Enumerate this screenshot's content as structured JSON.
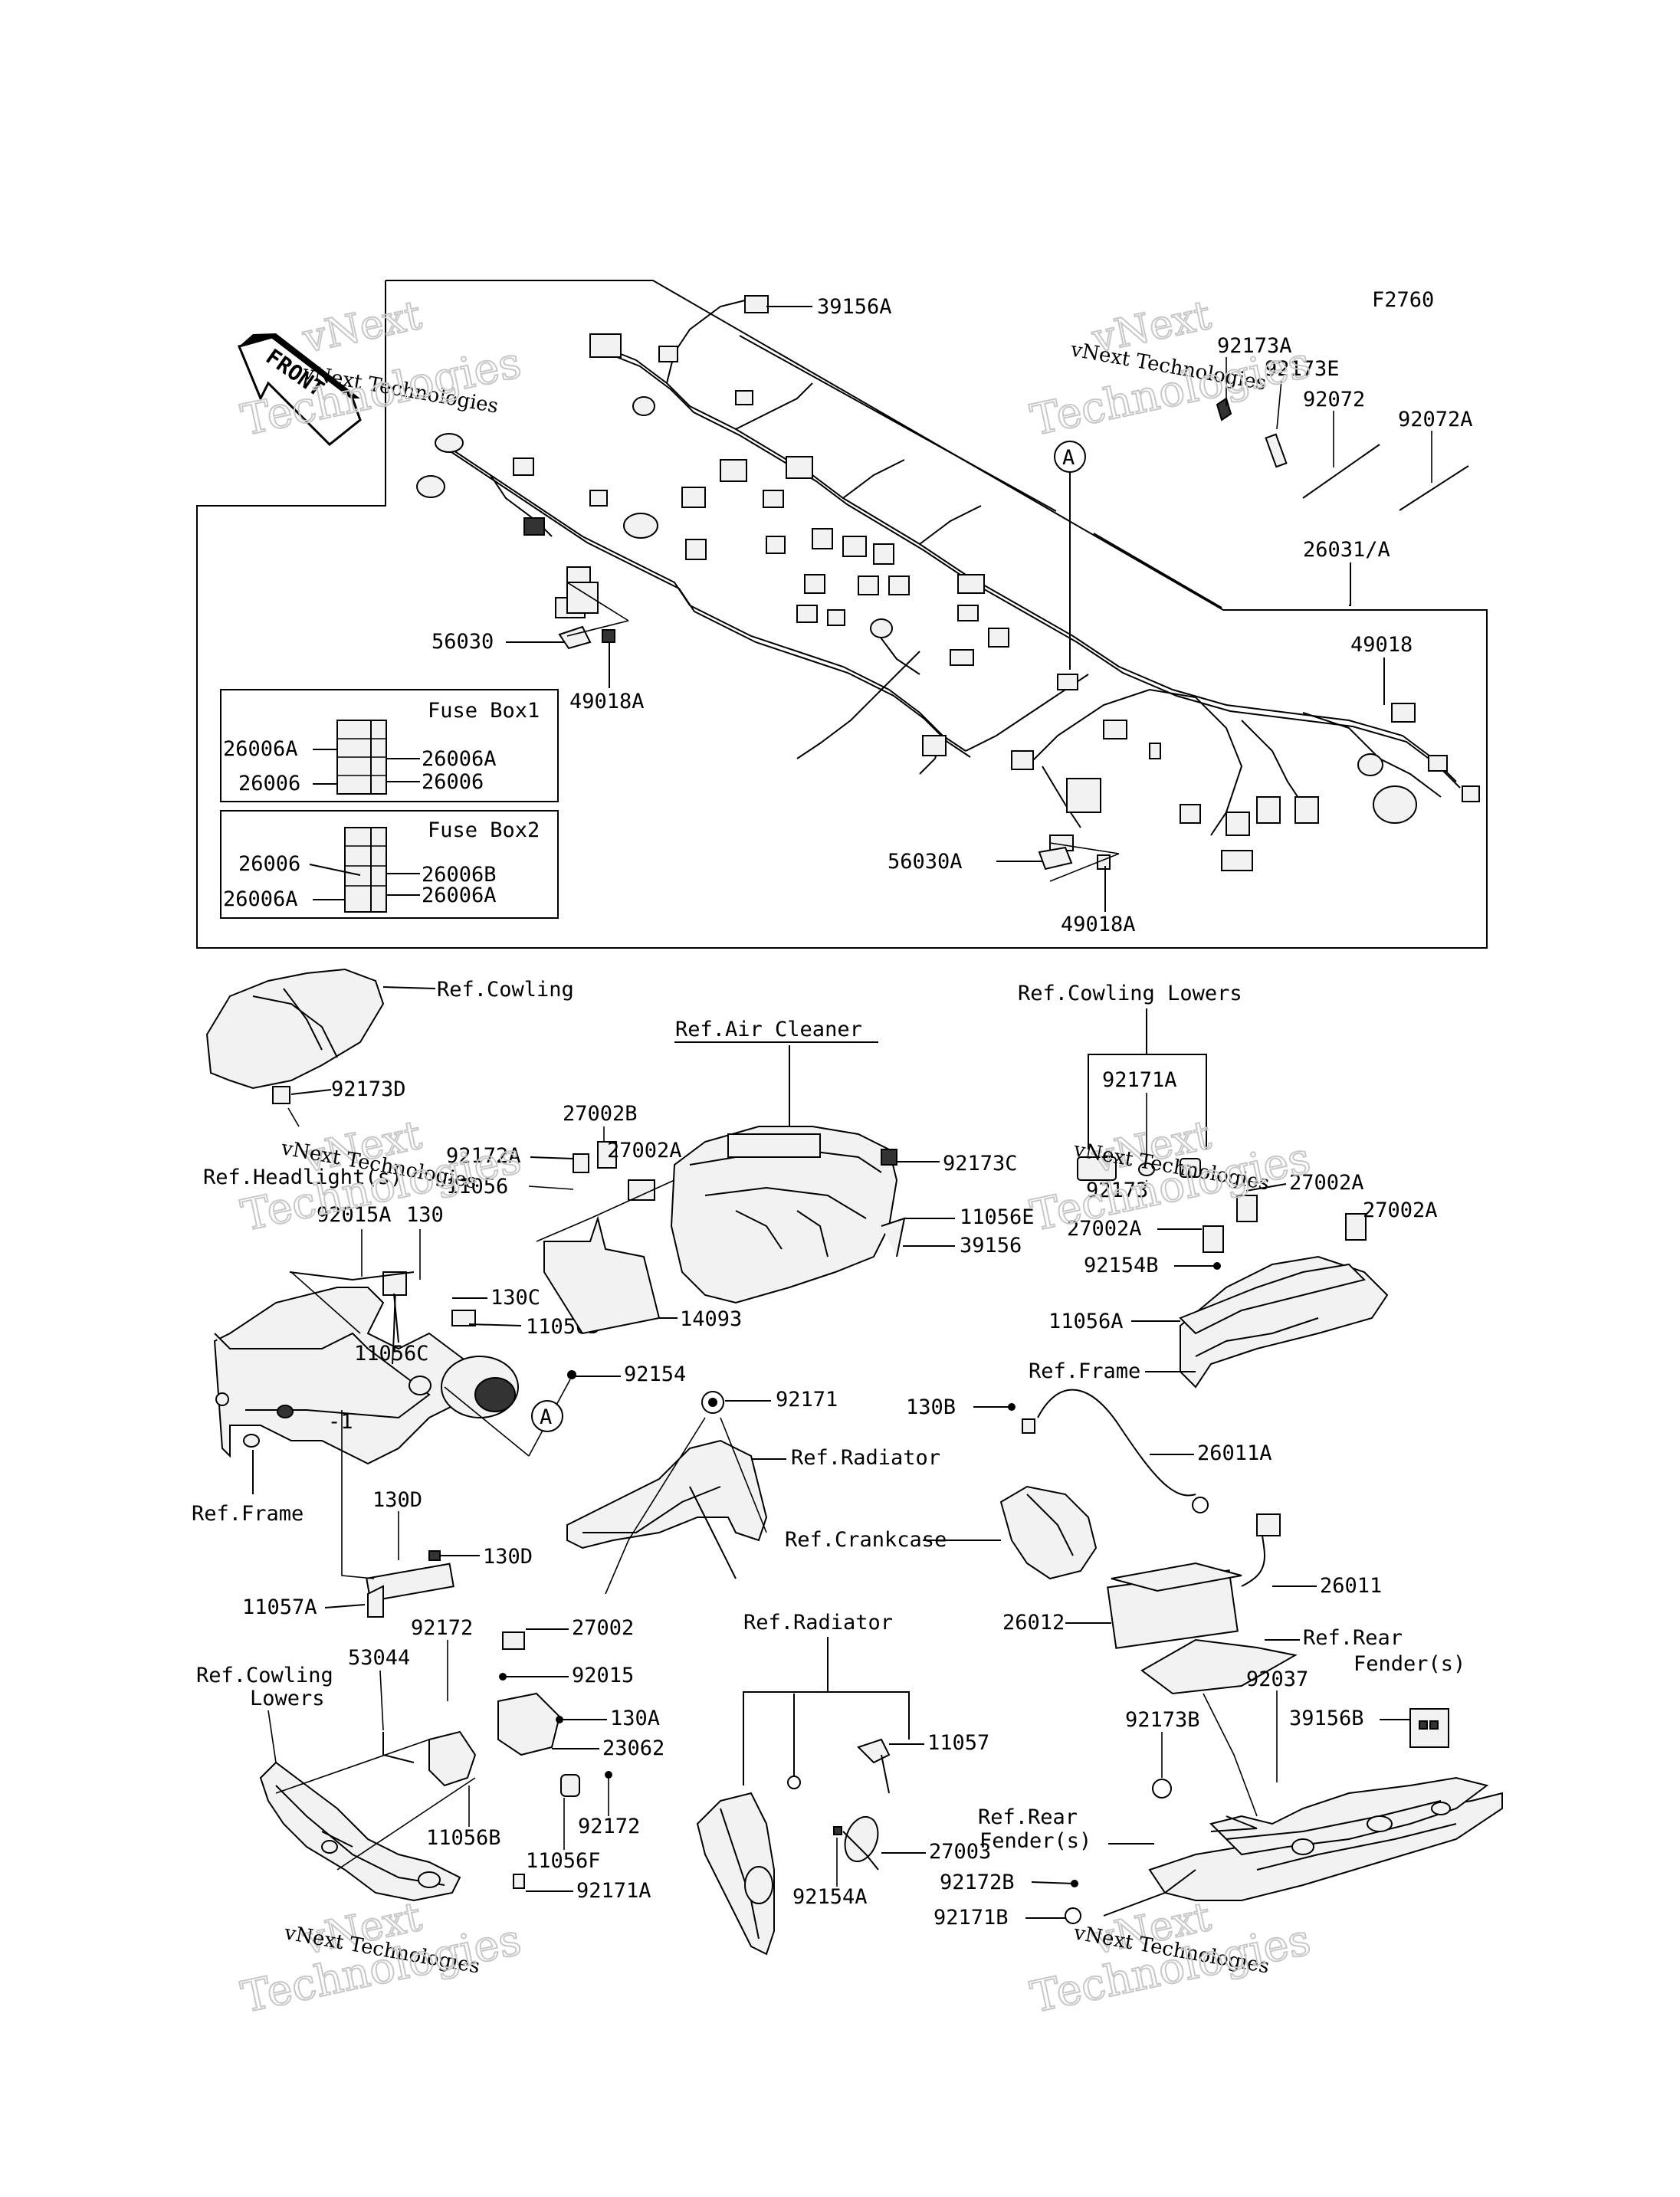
{
  "figure_code": "F2760",
  "front_label": "FRONT",
  "watermark": {
    "brand": "vNext",
    "line1": "vNext Technologies",
    "line2": "Technologies"
  },
  "callout_marker": "A",
  "fuse_box_1": {
    "title": "Fuse Box1",
    "left_labels": [
      "26006A",
      "26006"
    ],
    "right_labels": [
      "26006A",
      "26006"
    ]
  },
  "fuse_box_2": {
    "title": "Fuse Box2",
    "left_labels": [
      "26006",
      "26006A"
    ],
    "right_labels": [
      "26006B",
      "26006A"
    ]
  },
  "harness_labels": [
    "39156A",
    "92173A",
    "92173E",
    "92072",
    "92072A",
    "26031/A",
    "49018",
    "56030",
    "49018A",
    "56030A",
    "49018A"
  ],
  "headlight_labels": [
    "Ref.Cowling",
    "92173D",
    "Ref.Headlight(s)",
    "92015A",
    "130",
    "130C",
    "11056D",
    "11056C",
    "92154",
    "Ref.Frame",
    "130D",
    "130D",
    "11057A",
    "-1"
  ],
  "air_cleaner_labels": [
    "27002B",
    "27002A",
    "92172A",
    "11056",
    "Ref.Air Cleaner",
    "92173C",
    "11056E",
    "39156",
    "14093"
  ],
  "right_upper_labels": [
    "Ref.Cowling Lowers",
    "92171A",
    "92173",
    "27002A",
    "27002A",
    "27002A",
    "92154B",
    "11056A",
    "Ref.Frame"
  ],
  "radiator_labels": [
    "92171",
    "Ref.Radiator"
  ],
  "battery_labels": [
    "130B",
    "26011A",
    "Ref.Crankcase",
    "26011",
    "26012",
    "Ref.Rear",
    "Fender(s)",
    "92037",
    "39156B",
    "92173B",
    "Ref.Rear",
    "Fender(s)",
    "92172B",
    "92171B"
  ],
  "lower_left_labels": [
    "92172",
    "27002",
    "53044",
    "92015",
    "Ref.Cowling",
    "Lowers",
    "130A",
    "23062",
    "92172",
    "11056B",
    "11056F",
    "92171A"
  ],
  "lower_center_labels": [
    "Ref.Radiator",
    "11057",
    "27003",
    "92154A"
  ]
}
